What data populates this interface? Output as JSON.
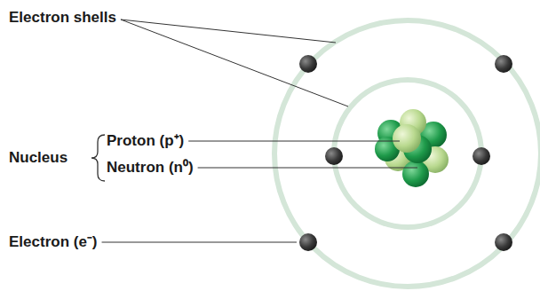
{
  "diagram": {
    "labels": [
      "Electron shells",
      "Nucleus",
      "Proton (p⁺)",
      "Neutron (n⁰)",
      "Electron (e⁻)"
    ]
  }
}
